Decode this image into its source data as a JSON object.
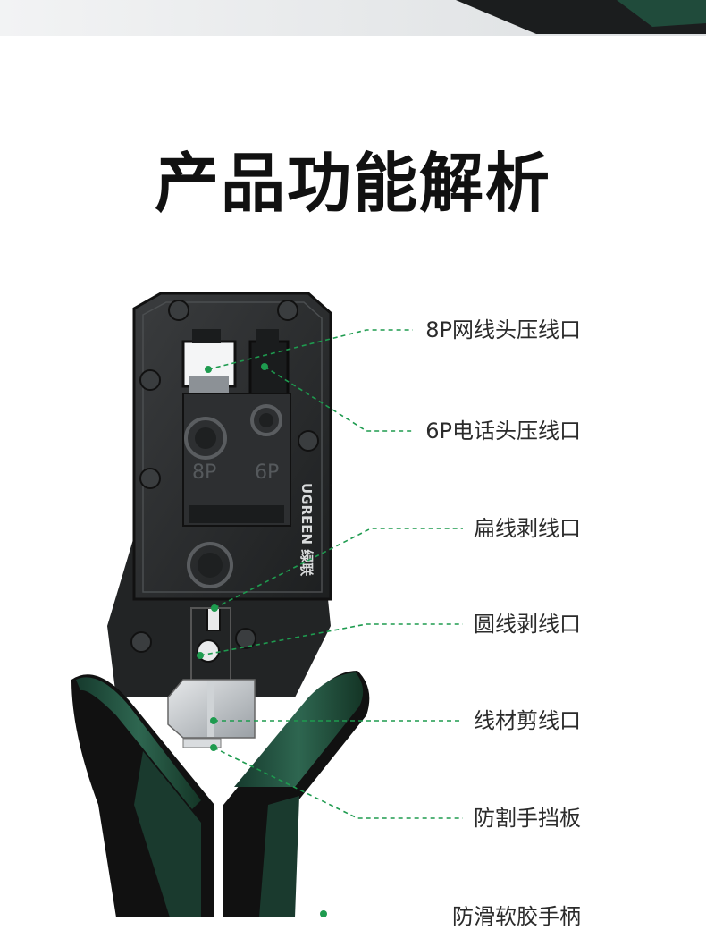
{
  "title": "产品功能解析",
  "brand": {
    "logo_text": "UGREEN 绿联"
  },
  "die_marks": {
    "left": "8P",
    "right": "6P"
  },
  "callouts": [
    {
      "label": "8P网线头压线口"
    },
    {
      "label": "6P电话头压线口"
    },
    {
      "label": "扁线剥线口"
    },
    {
      "label": "圆线剥线口"
    },
    {
      "label": "线材剪线口"
    },
    {
      "label": "防割手挡板"
    },
    {
      "label": "防滑软胶手柄"
    }
  ],
  "colors": {
    "accent_green": "#1e9b4f",
    "handle_green": "#1f4a3a",
    "tool_dark": "#2a2c2d"
  }
}
